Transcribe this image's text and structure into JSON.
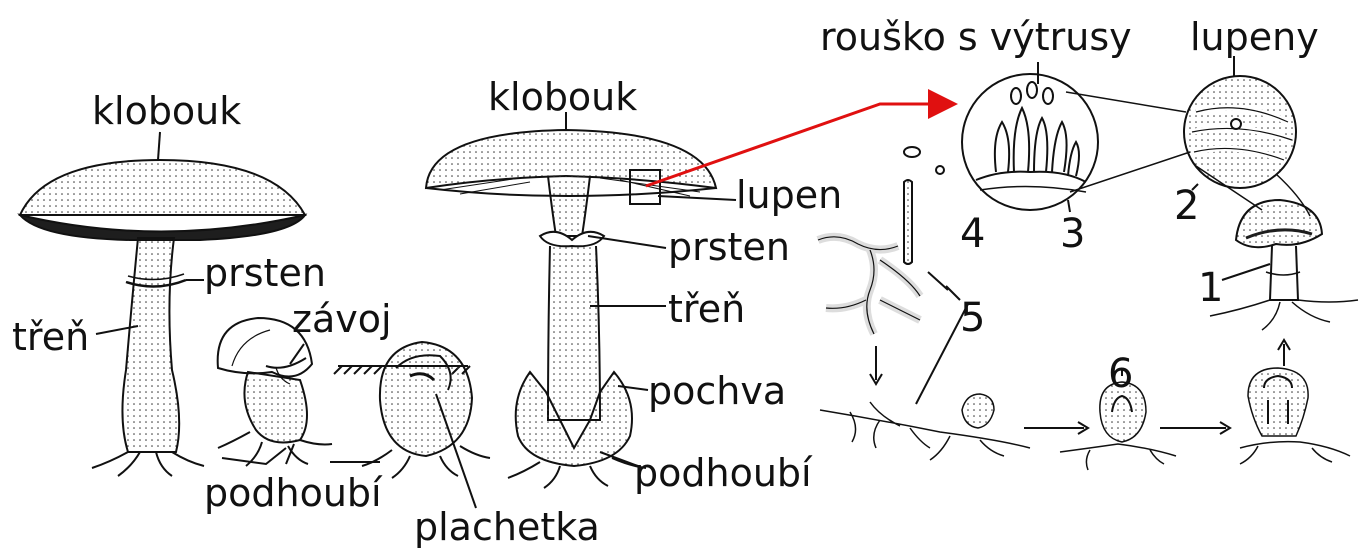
{
  "labels": {
    "klobouk_left": "klobouk",
    "klobouk_mid": "klobouk",
    "prsten_left": "prsten",
    "tren_left": "třeň",
    "zavoj": "závoj",
    "podhoubi_left": "podhoubí",
    "plachetka": "plachetka",
    "lupen": "lupen",
    "prsten_mid": "prsten",
    "tren_mid": "třeň",
    "pochva": "pochva",
    "podhoubi_mid": "podhoubí",
    "rousko": "rouško s výtrusy",
    "lupeny": "lupeny",
    "num_1": "1",
    "num_2": "2",
    "num_3": "3",
    "num_4": "4",
    "num_5": "5",
    "num_6": "6"
  },
  "colors": {
    "ink": "#111111",
    "arrow": "#e01010",
    "cap_dark": "#1e1e1e",
    "paper": "#ffffff"
  }
}
